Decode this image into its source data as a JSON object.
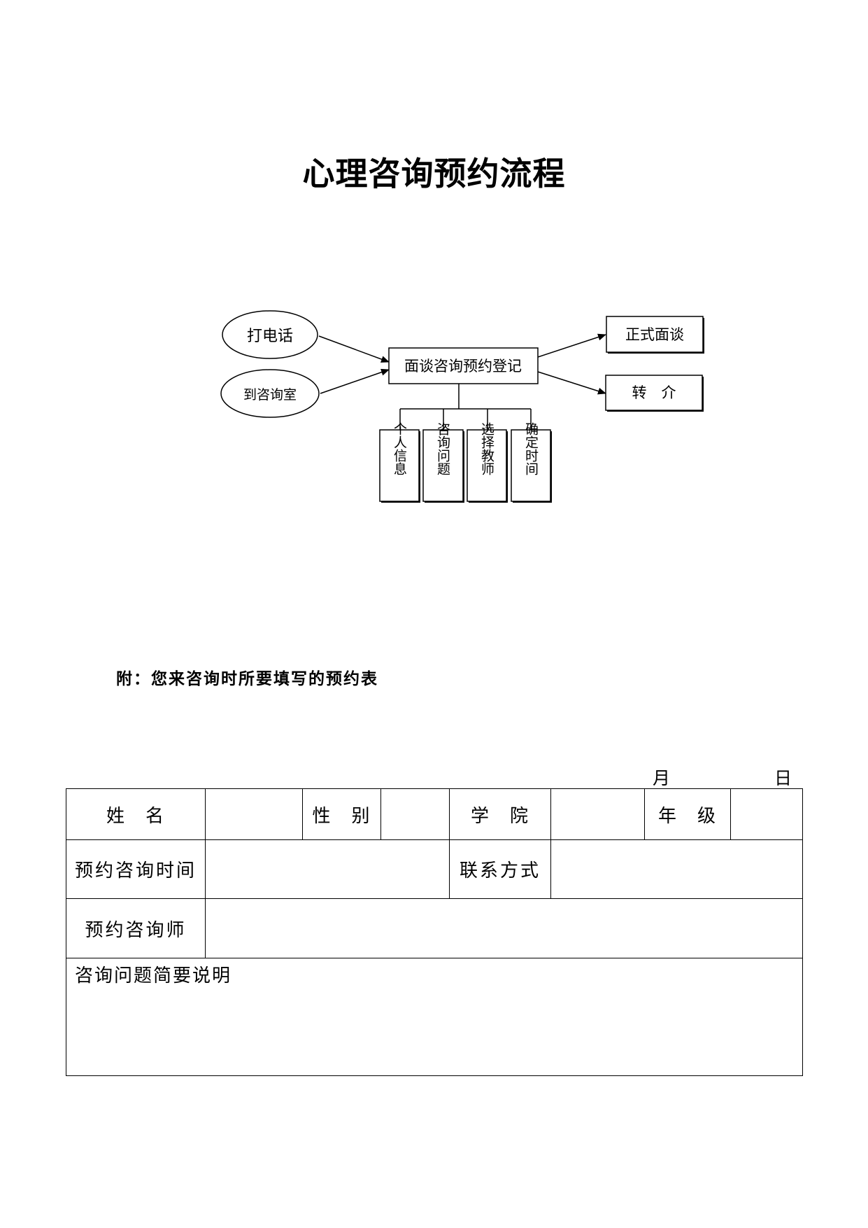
{
  "title": "心理咨询预约流程",
  "flow": {
    "sources": [
      "打电话",
      "到咨询室"
    ],
    "center": "面谈咨询预约登记",
    "outcomes": [
      "正式面谈",
      "转　介"
    ],
    "steps": [
      "个人信息",
      "咨询问题",
      "选择教师",
      "确定时间"
    ]
  },
  "note": "附：您来咨询时所要填写的预约表",
  "date": {
    "month": "月",
    "day": "日"
  },
  "form": {
    "name_label": "姓　名",
    "gender_label": "性　别",
    "college_label": "学　院",
    "grade_label": "年　级",
    "time_label": "预约咨询时间",
    "contact_label": "联系方式",
    "counselor_label": "预约咨询师",
    "problem_label": "咨询问题简要说明"
  }
}
